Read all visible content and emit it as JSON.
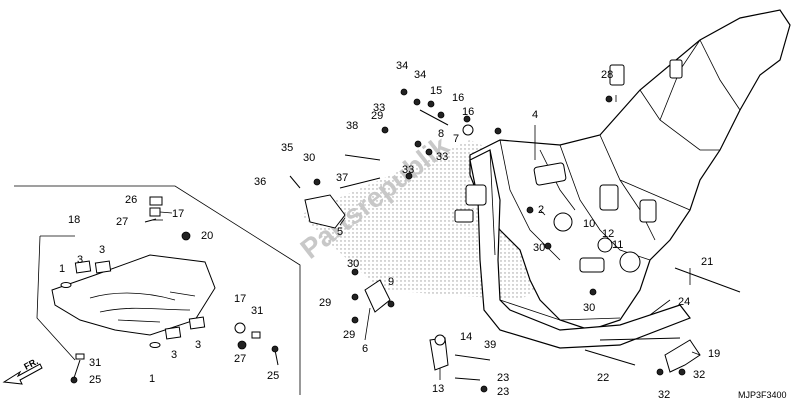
{
  "diagram": {
    "code": "MJP3F3400",
    "direction_label": "FR.",
    "watermark": "Partsrepublik",
    "callouts": [
      {
        "id": "c1a",
        "text": "1"
      },
      {
        "id": "c1b",
        "text": "1"
      },
      {
        "id": "c2",
        "text": "2"
      },
      {
        "id": "c3a",
        "text": "3"
      },
      {
        "id": "c3b",
        "text": "3"
      },
      {
        "id": "c3c",
        "text": "3"
      },
      {
        "id": "c3d",
        "text": "3"
      },
      {
        "id": "c4",
        "text": "4"
      },
      {
        "id": "c5",
        "text": "5"
      },
      {
        "id": "c6",
        "text": "6"
      },
      {
        "id": "c7",
        "text": "7"
      },
      {
        "id": "c8",
        "text": "8"
      },
      {
        "id": "c9",
        "text": "9"
      },
      {
        "id": "c10",
        "text": "10"
      },
      {
        "id": "c11",
        "text": "11"
      },
      {
        "id": "c12",
        "text": "12"
      },
      {
        "id": "c13",
        "text": "13"
      },
      {
        "id": "c14",
        "text": "14"
      },
      {
        "id": "c15",
        "text": "15"
      },
      {
        "id": "c16a",
        "text": "16"
      },
      {
        "id": "c16b",
        "text": "16"
      },
      {
        "id": "c17a",
        "text": "17"
      },
      {
        "id": "c17b",
        "text": "17"
      },
      {
        "id": "c18",
        "text": "18"
      },
      {
        "id": "c19",
        "text": "19"
      },
      {
        "id": "c20",
        "text": "20"
      },
      {
        "id": "c21",
        "text": "21"
      },
      {
        "id": "c22",
        "text": "22"
      },
      {
        "id": "c23a",
        "text": "23"
      },
      {
        "id": "c23b",
        "text": "23"
      },
      {
        "id": "c24",
        "text": "24"
      },
      {
        "id": "c25a",
        "text": "25"
      },
      {
        "id": "c25b",
        "text": "25"
      },
      {
        "id": "c26",
        "text": "26"
      },
      {
        "id": "c27a",
        "text": "27"
      },
      {
        "id": "c27b",
        "text": "27"
      },
      {
        "id": "c28",
        "text": "28"
      },
      {
        "id": "c29a",
        "text": "29"
      },
      {
        "id": "c29b",
        "text": "29"
      },
      {
        "id": "c29c",
        "text": "29"
      },
      {
        "id": "c30a",
        "text": "30"
      },
      {
        "id": "c30b",
        "text": "30"
      },
      {
        "id": "c30c",
        "text": "30"
      },
      {
        "id": "c30d",
        "text": "30"
      },
      {
        "id": "c31a",
        "text": "31"
      },
      {
        "id": "c31b",
        "text": "31"
      },
      {
        "id": "c32a",
        "text": "32"
      },
      {
        "id": "c32b",
        "text": "32"
      },
      {
        "id": "c33a",
        "text": "33"
      },
      {
        "id": "c33b",
        "text": "33"
      },
      {
        "id": "c33c",
        "text": "33"
      },
      {
        "id": "c34a",
        "text": "34"
      },
      {
        "id": "c34b",
        "text": "34"
      },
      {
        "id": "c35",
        "text": "35"
      },
      {
        "id": "c36",
        "text": "36"
      },
      {
        "id": "c37",
        "text": "37"
      },
      {
        "id": "c38",
        "text": "38"
      },
      {
        "id": "c39",
        "text": "39"
      }
    ]
  }
}
